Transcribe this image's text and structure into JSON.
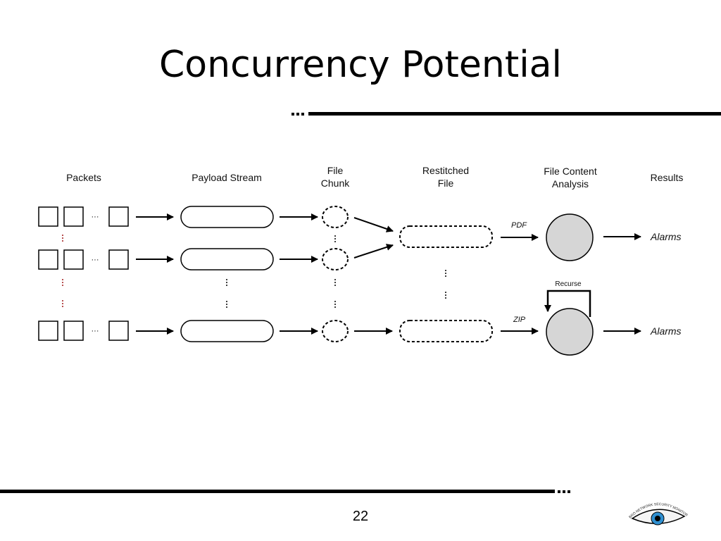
{
  "slide": {
    "title": "Concurrency Potential",
    "page_number": "22"
  },
  "diagram": {
    "headers": {
      "packets": "Packets",
      "payload_stream": "Payload Stream",
      "file_chunk_line1": "File",
      "file_chunk_line2": "Chunk",
      "restitched_line1": "Restitched",
      "restitched_line2": "File",
      "analysis_line1": "File Content",
      "analysis_line2": "Analysis",
      "results": "Results"
    },
    "ellipsis": "···",
    "edge_labels": {
      "pdf": "PDF",
      "zip": "ZIP",
      "recurse": "Recurse"
    },
    "results": {
      "top": "Alarms",
      "bottom": "Alarms"
    },
    "colors": {
      "analysis_fill": "#d6d6d6",
      "dots_red": "#a01818"
    }
  },
  "logo": {
    "text": "BRO NETWORK SECURITY MONITOR"
  }
}
